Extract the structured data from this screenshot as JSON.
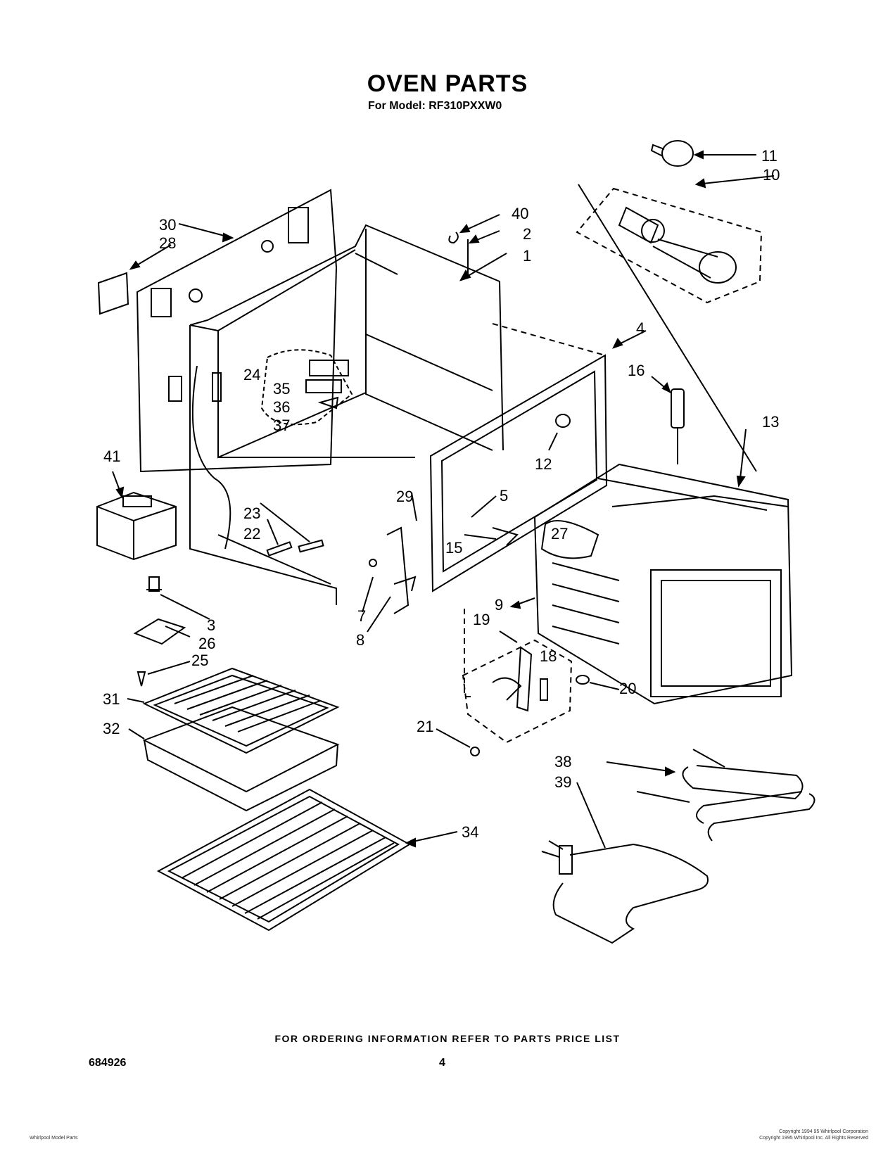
{
  "header": {
    "title": "OVEN PARTS",
    "model_line": "For Model: RF310PXXW0"
  },
  "callouts": [
    {
      "id": "11",
      "label": "11"
    },
    {
      "id": "10",
      "label": "10"
    },
    {
      "id": "40",
      "label": "40"
    },
    {
      "id": "2",
      "label": "2"
    },
    {
      "id": "1",
      "label": "1"
    },
    {
      "id": "30",
      "label": "30"
    },
    {
      "id": "28",
      "label": "28"
    },
    {
      "id": "4",
      "label": "4"
    },
    {
      "id": "16",
      "label": "16"
    },
    {
      "id": "13",
      "label": "13"
    },
    {
      "id": "24",
      "label": "24"
    },
    {
      "id": "35",
      "label": "35"
    },
    {
      "id": "36",
      "label": "36"
    },
    {
      "id": "37",
      "label": "37"
    },
    {
      "id": "12",
      "label": "12"
    },
    {
      "id": "41",
      "label": "41"
    },
    {
      "id": "29",
      "label": "29"
    },
    {
      "id": "5",
      "label": "5"
    },
    {
      "id": "23",
      "label": "23"
    },
    {
      "id": "22",
      "label": "22"
    },
    {
      "id": "27",
      "label": "27"
    },
    {
      "id": "15",
      "label": "15"
    },
    {
      "id": "3",
      "label": "3"
    },
    {
      "id": "7",
      "label": "7"
    },
    {
      "id": "9",
      "label": "9"
    },
    {
      "id": "8",
      "label": "8"
    },
    {
      "id": "26",
      "label": "26"
    },
    {
      "id": "19",
      "label": "19"
    },
    {
      "id": "25",
      "label": "25"
    },
    {
      "id": "18",
      "label": "18"
    },
    {
      "id": "31",
      "label": "31"
    },
    {
      "id": "20",
      "label": "20"
    },
    {
      "id": "32",
      "label": "32"
    },
    {
      "id": "21",
      "label": "21"
    },
    {
      "id": "38",
      "label": "38"
    },
    {
      "id": "39",
      "label": "39"
    },
    {
      "id": "34",
      "label": "34"
    }
  ],
  "footer": {
    "ordering_note": "FOR ORDERING INFORMATION REFER TO PARTS PRICE LIST",
    "doc_number": "684926",
    "page_number": "4",
    "small_left": "Whirlpool Model Parts",
    "small_right_1": "Copyright 1994 95 Whirlpool Corporation",
    "small_right_2": "Copyright 1995 Whirlpool Inc. All Rights Reserved"
  }
}
